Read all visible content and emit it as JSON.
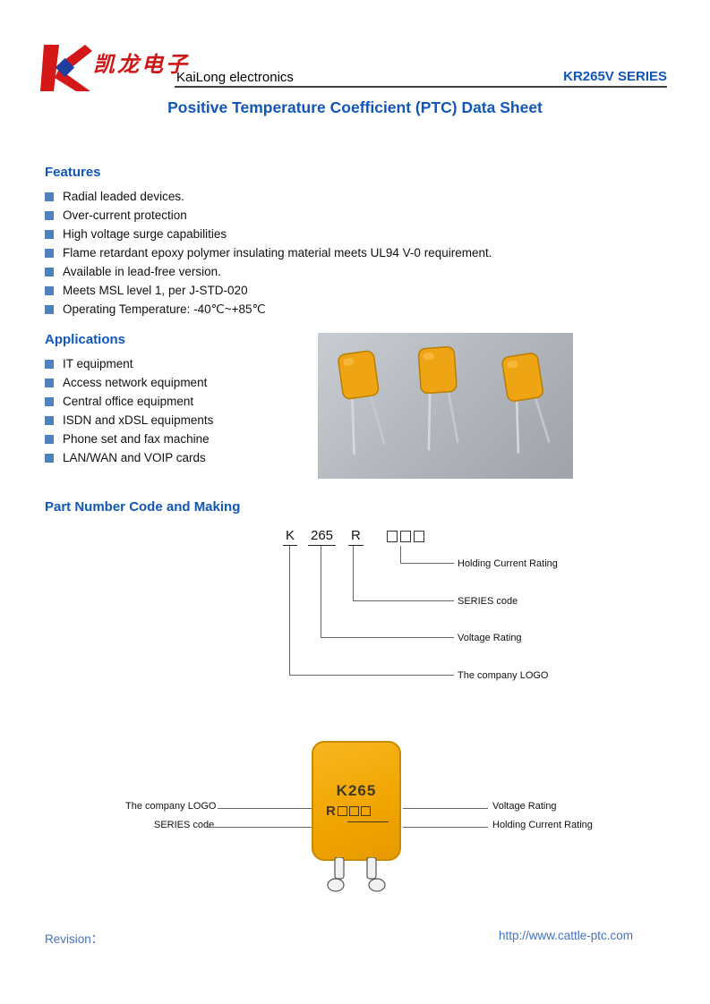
{
  "header": {
    "logo_chinese": "凯龙电子",
    "company": "KaiLong electronics",
    "series": "KR265V SERIES"
  },
  "title": "Positive Temperature Coefficient (PTC) Data Sheet",
  "features": {
    "heading": "Features",
    "items": [
      "Radial leaded devices.",
      "Over-current protection",
      "High voltage surge capabilities",
      "Flame retardant epoxy polymer insulating material meets UL94 V-0 requirement.",
      "Available in lead-free version.",
      "Meets MSL level 1, per J-STD-020",
      "Operating Temperature: -40℃~+85℃"
    ]
  },
  "applications": {
    "heading": "Applications",
    "items": [
      "IT equipment",
      "Access network equipment",
      "Central office equipment",
      "ISDN and xDSL equipments",
      "Phone set and fax machine",
      "LAN/WAN and VOIP cards"
    ]
  },
  "part_number": {
    "heading": "Part Number Code and Making",
    "code": {
      "logo": "K",
      "voltage": "265",
      "series": "R"
    },
    "labels": {
      "holding": "Holding Current Rating",
      "series": "SERIES code",
      "voltage": "Voltage Rating",
      "logo": "The company LOGO"
    }
  },
  "marking": {
    "body_line1": "K265",
    "body_line2_prefix": "R",
    "left_labels": {
      "logo": "The company LOGO",
      "series": "SERIES code"
    },
    "right_labels": {
      "voltage": "Voltage Rating",
      "holding": "Holding Current Rating"
    }
  },
  "footer": {
    "revision": "Revision：",
    "url": "http://www.cattle-ptc.com"
  },
  "colors": {
    "heading_blue": "#1157b8",
    "bullet_blue": "#4f81bd",
    "footer_blue": "#4472c4",
    "device_yellow": "#f0a500",
    "logo_red": "#cf1717",
    "logo_diamond_blue": "#1f3f9e"
  }
}
